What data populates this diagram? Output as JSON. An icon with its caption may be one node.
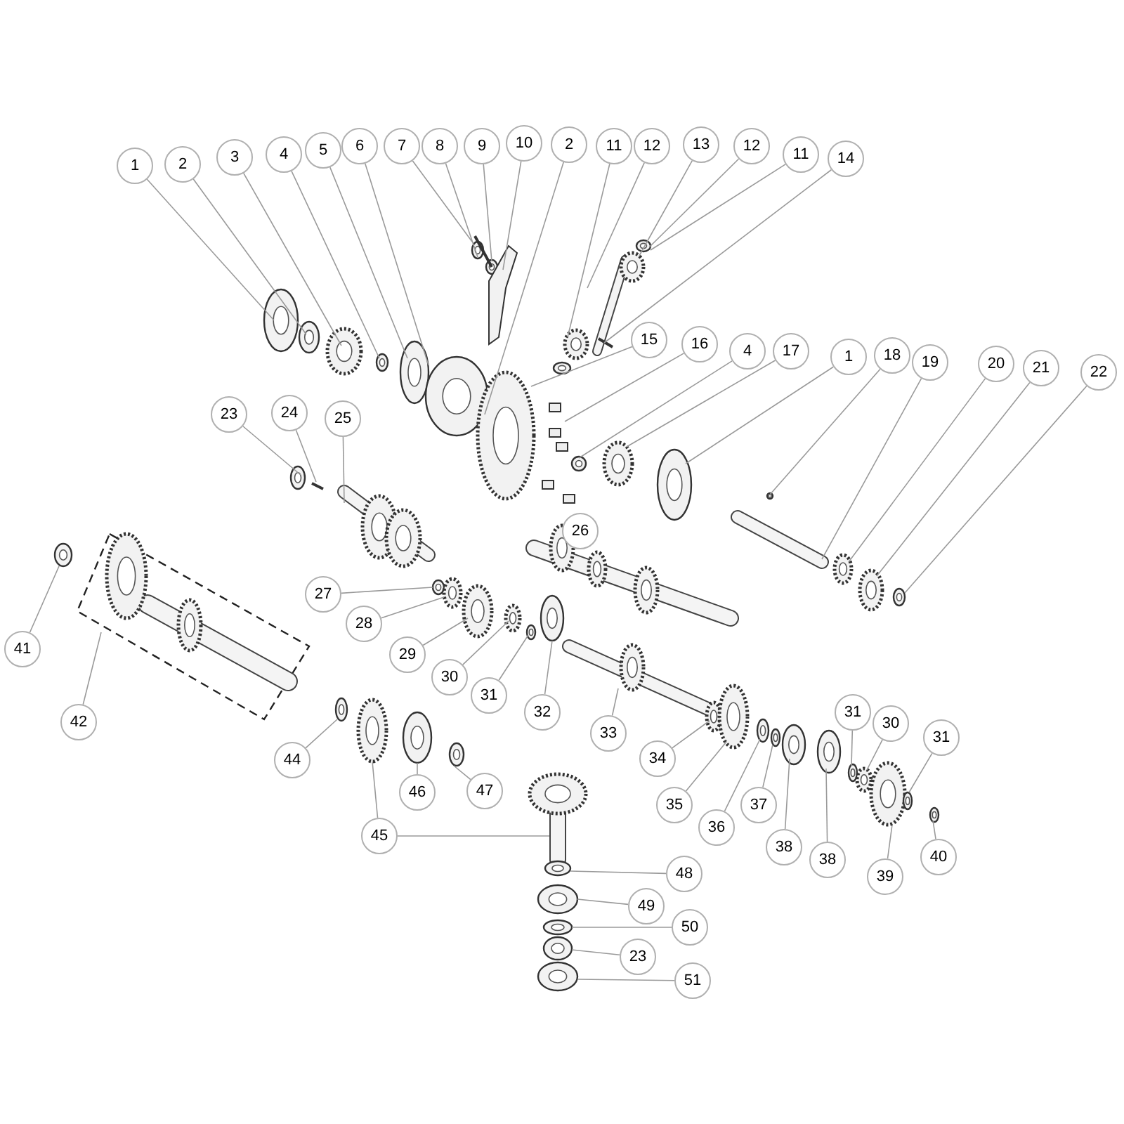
{
  "diagram": {
    "nodes": [
      {
        "text": [
          "1"
        ]
      },
      {
        "text": [
          "2"
        ]
      },
      {
        "text": [
          "3"
        ]
      },
      {
        "text": [
          "4"
        ]
      },
      {
        "text": [
          "5"
        ]
      },
      {
        "text": [
          "6"
        ]
      },
      {
        "text": [
          "7"
        ]
      },
      {
        "text": [
          "8"
        ]
      },
      {
        "text": [
          "9"
        ]
      },
      {
        "text": [
          "10"
        ]
      },
      {
        "text": [
          "2"
        ]
      },
      {
        "text": [
          "11"
        ]
      },
      {
        "text": [
          "12"
        ]
      },
      {
        "text": [
          "13"
        ]
      },
      {
        "text": [
          "12"
        ]
      },
      {
        "text": [
          "11"
        ]
      },
      {
        "text": [
          "14"
        ]
      },
      {
        "text": [
          "15"
        ]
      },
      {
        "text": [
          "16"
        ]
      },
      {
        "text": [
          "4"
        ]
      },
      {
        "text": [
          "17"
        ]
      },
      {
        "text": [
          "1"
        ]
      },
      {
        "text": [
          "18"
        ]
      },
      {
        "text": [
          "19"
        ]
      },
      {
        "text": [
          "20"
        ]
      },
      {
        "text": [
          "21"
        ]
      },
      {
        "text": [
          "22"
        ]
      },
      {
        "text": [
          "23"
        ]
      },
      {
        "text": [
          "24"
        ]
      },
      {
        "text": [
          "25"
        ]
      },
      {
        "text": [
          "27"
        ]
      },
      {
        "text": [
          "28"
        ]
      },
      {
        "text": [
          "29"
        ]
      },
      {
        "text": [
          "30"
        ]
      },
      {
        "text": [
          "31"
        ]
      },
      {
        "text": [
          "32"
        ]
      },
      {
        "text": [
          "41"
        ]
      },
      {
        "text": [
          "42"
        ]
      },
      {
        "text": [
          "44"
        ]
      },
      {
        "text": [
          "33"
        ]
      },
      {
        "text": [
          "34"
        ]
      },
      {
        "text": [
          "35"
        ]
      },
      {
        "text": [
          "36"
        ]
      },
      {
        "text": [
          "37"
        ]
      },
      {
        "text": [
          "38"
        ]
      },
      {
        "text": [
          "38"
        ]
      },
      {
        "text": [
          "39"
        ]
      },
      {
        "text": [
          "40"
        ]
      },
      {
        "text": [
          "31"
        ]
      },
      {
        "text": [
          "30"
        ]
      },
      {
        "text": [
          "31"
        ]
      },
      {
        "text": [
          "45"
        ]
      },
      {
        "text": [
          "46"
        ]
      },
      {
        "text": [
          "47"
        ]
      },
      {
        "text": [
          "48"
        ]
      },
      {
        "text": [
          "49"
        ]
      },
      {
        "text": [
          "50"
        ]
      },
      {
        "text": [
          "23"
        ]
      },
      {
        "text": [
          "51"
        ]
      },
      {
        "text": [
          "26"
        ]
      }
    ],
    "edges": [
      {
        "from": 0,
        "to": null,
        "arrow": "none"
      },
      {
        "from": 1,
        "to": null,
        "arrow": "none"
      },
      {
        "from": 2,
        "to": null,
        "arrow": "none"
      },
      {
        "from": 3,
        "to": null,
        "arrow": "none"
      },
      {
        "from": 4,
        "to": null,
        "arrow": "none"
      },
      {
        "from": 5,
        "to": null,
        "arrow": "none"
      },
      {
        "from": 6,
        "to": null,
        "arrow": "none"
      },
      {
        "from": 7,
        "to": null,
        "arrow": "none"
      },
      {
        "from": 8,
        "to": null,
        "arrow": "none"
      },
      {
        "from": 9,
        "to": null,
        "arrow": "none"
      },
      {
        "from": 10,
        "to": null,
        "arrow": "none"
      },
      {
        "from": 11,
        "to": null,
        "arrow": "none"
      },
      {
        "from": 12,
        "to": null,
        "arrow": "none"
      },
      {
        "from": 13,
        "to": null,
        "arrow": "none"
      },
      {
        "from": 14,
        "to": null,
        "arrow": "none"
      },
      {
        "from": 15,
        "to": null,
        "arrow": "none"
      },
      {
        "from": 16,
        "to": null,
        "arrow": "none"
      },
      {
        "from": 17,
        "to": null,
        "arrow": "none"
      },
      {
        "from": 18,
        "to": null,
        "arrow": "none"
      },
      {
        "from": 19,
        "to": null,
        "arrow": "none"
      },
      {
        "from": 20,
        "to": null,
        "arrow": "none"
      },
      {
        "from": 21,
        "to": null,
        "arrow": "none"
      },
      {
        "from": 22,
        "to": null,
        "arrow": "none"
      },
      {
        "from": 23,
        "to": null,
        "arrow": "none"
      },
      {
        "from": 24,
        "to": null,
        "arrow": "none"
      },
      {
        "from": 25,
        "to": null,
        "arrow": "none"
      },
      {
        "from": 26,
        "to": null,
        "arrow": "none"
      },
      {
        "from": 27,
        "to": null,
        "arrow": "none"
      },
      {
        "from": 28,
        "to": null,
        "arrow": "none"
      },
      {
        "from": 29,
        "to": null,
        "arrow": "none"
      },
      {
        "from": 30,
        "to": null,
        "arrow": "none"
      },
      {
        "from": 31,
        "to": null,
        "arrow": "none"
      },
      {
        "from": 32,
        "to": null,
        "arrow": "none"
      },
      {
        "from": 33,
        "to": null,
        "arrow": "none"
      },
      {
        "from": 34,
        "to": null,
        "arrow": "none"
      },
      {
        "from": 35,
        "to": null,
        "arrow": "none"
      },
      {
        "from": 36,
        "to": null,
        "arrow": "none"
      },
      {
        "from": 37,
        "to": null,
        "arrow": "none"
      },
      {
        "from": 38,
        "to": null,
        "arrow": "none"
      },
      {
        "from": 39,
        "to": null,
        "arrow": "none"
      },
      {
        "from": 40,
        "to": null,
        "arrow": "none"
      },
      {
        "from": 41,
        "to": null,
        "arrow": "none"
      },
      {
        "from": 42,
        "to": null,
        "arrow": "none"
      },
      {
        "from": 43,
        "to": null,
        "arrow": "none"
      },
      {
        "from": 44,
        "to": null,
        "arrow": "none"
      },
      {
        "from": 45,
        "to": null,
        "arrow": "none"
      },
      {
        "from": 46,
        "to": null,
        "arrow": "none"
      },
      {
        "from": 47,
        "to": null,
        "arrow": "none"
      },
      {
        "from": 48,
        "to": null,
        "arrow": "none"
      },
      {
        "from": 49,
        "to": null,
        "arrow": "none"
      },
      {
        "from": 50,
        "to": null,
        "arrow": "none"
      },
      {
        "from": 51,
        "to": null,
        "arrow": "none"
      },
      {
        "from": 51,
        "to": null,
        "arrow": "none"
      },
      {
        "from": 52,
        "to": null,
        "arrow": "none"
      },
      {
        "from": 53,
        "to": null,
        "arrow": "none"
      },
      {
        "from": 54,
        "to": null,
        "arrow": "none"
      },
      {
        "from": 55,
        "to": null,
        "arrow": "none"
      },
      {
        "from": 56,
        "to": null,
        "arrow": "none"
      },
      {
        "from": 57,
        "to": null,
        "arrow": "none"
      },
      {
        "from": 58,
        "to": null,
        "arrow": "none"
      }
    ]
  }
}
